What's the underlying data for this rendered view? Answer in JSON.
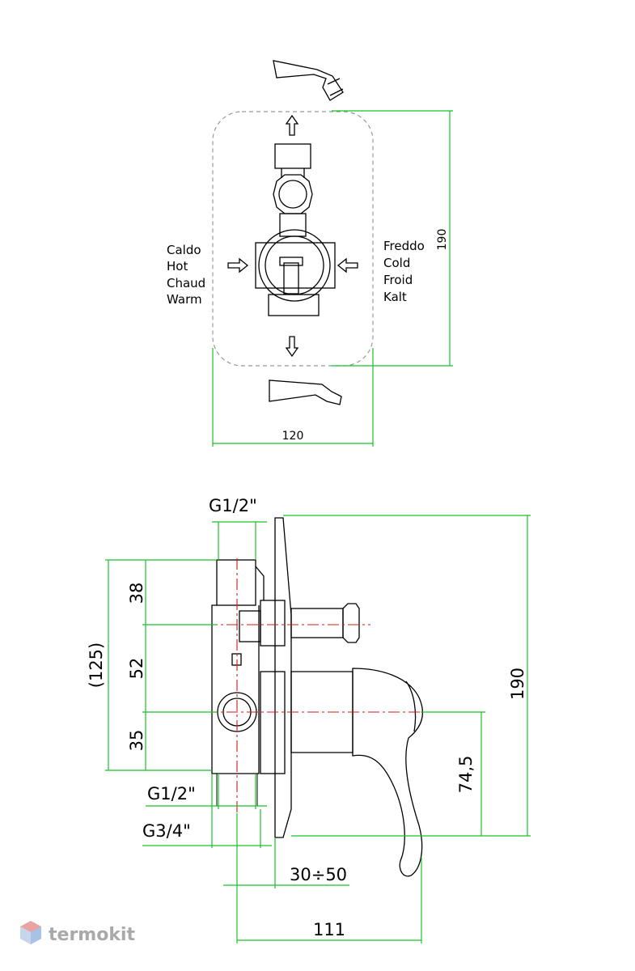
{
  "top_view": {
    "labels_left": [
      "Caldo",
      "Hot",
      "Chaud",
      "Warm"
    ],
    "labels_right": [
      "Freddo",
      "Cold",
      "Froid",
      "Kalt"
    ],
    "dim_width": "120",
    "dim_height": "190"
  },
  "side_view": {
    "thread_top": "G1/2\"",
    "thread_bottom_1": "G1/2\"",
    "thread_bottom_2": "G3/4\"",
    "dim_38": "38",
    "dim_52": "52",
    "dim_35": "35",
    "dim_125": "(125)",
    "dim_190": "190",
    "dim_745": "74,5",
    "dim_3050": "30÷50",
    "dim_111": "111"
  },
  "brand": {
    "name": "termokit"
  },
  "colors": {
    "dimension_lines": "#19c22a",
    "center_lines": "#d01919",
    "outline": "#000000",
    "cover_plate_dash": "#999999"
  }
}
